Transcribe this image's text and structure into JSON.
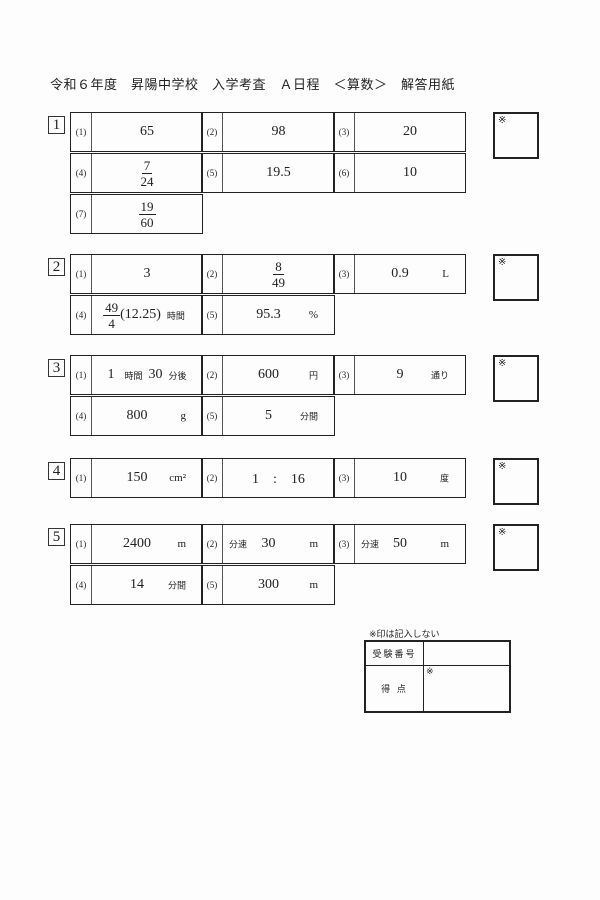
{
  "title": "令和６年度　昇陽中学校　入学考査　Ａ日程　＜算数＞　解答用紙",
  "score_mark": "※",
  "sections": [
    {
      "number": "1",
      "rows": [
        [
          {
            "label": "(1)",
            "value": "65"
          },
          {
            "label": "(2)",
            "value": "98"
          },
          {
            "label": "(3)",
            "value": "20"
          }
        ],
        [
          {
            "label": "(4)",
            "num": "7",
            "den": "24"
          },
          {
            "label": "(5)",
            "value": "19.5"
          },
          {
            "label": "(6)",
            "value": "10"
          }
        ],
        [
          {
            "label": "(7)",
            "num": "19",
            "den": "60"
          }
        ]
      ]
    },
    {
      "number": "2",
      "rows": [
        [
          {
            "label": "(1)",
            "value": "3"
          },
          {
            "label": "(2)",
            "num": "8",
            "den": "49"
          },
          {
            "label": "(3)",
            "value": "0.9",
            "unit": "L"
          }
        ],
        [
          {
            "label": "(4)",
            "num": "49",
            "den": "4",
            "value": "(12.25)",
            "jp": "時間"
          },
          {
            "label": "(5)",
            "value": "95.3",
            "unit": "%"
          }
        ]
      ]
    },
    {
      "number": "3",
      "rows": [
        [
          {
            "label": "(1)",
            "value": "1",
            "jp": "時間",
            "value2": "30",
            "jp2": "分後"
          },
          {
            "label": "(2)",
            "value": "600",
            "unitjp": "円"
          },
          {
            "label": "(3)",
            "value": "9",
            "unitjp": "通り"
          }
        ],
        [
          {
            "label": "(4)",
            "value": "800",
            "unit": "g"
          },
          {
            "label": "(5)",
            "value": "5",
            "unitjp": "分間"
          }
        ]
      ]
    },
    {
      "number": "4",
      "rows": [
        [
          {
            "label": "(1)",
            "value": "150",
            "unit": "cm²"
          },
          {
            "label": "(2)",
            "value": "1　:　16"
          },
          {
            "label": "(3)",
            "value": "10",
            "unitjp": "度"
          }
        ]
      ]
    },
    {
      "number": "5",
      "rows": [
        [
          {
            "label": "(1)",
            "value": "2400",
            "unit": "m"
          },
          {
            "label": "(2)",
            "prefix": "分速",
            "value": "30",
            "unit": "m"
          },
          {
            "label": "(3)",
            "prefix": "分速",
            "value": "50",
            "unit": "m"
          }
        ],
        [
          {
            "label": "(4)",
            "value": "14",
            "unitjp": "分間"
          },
          {
            "label": "(5)",
            "value": "300",
            "unit": "m"
          }
        ]
      ]
    }
  ],
  "footer": {
    "note": "※印は記入しない",
    "exam_number_label": "受験番号",
    "score_label": "得 点",
    "score_mark": "※"
  }
}
